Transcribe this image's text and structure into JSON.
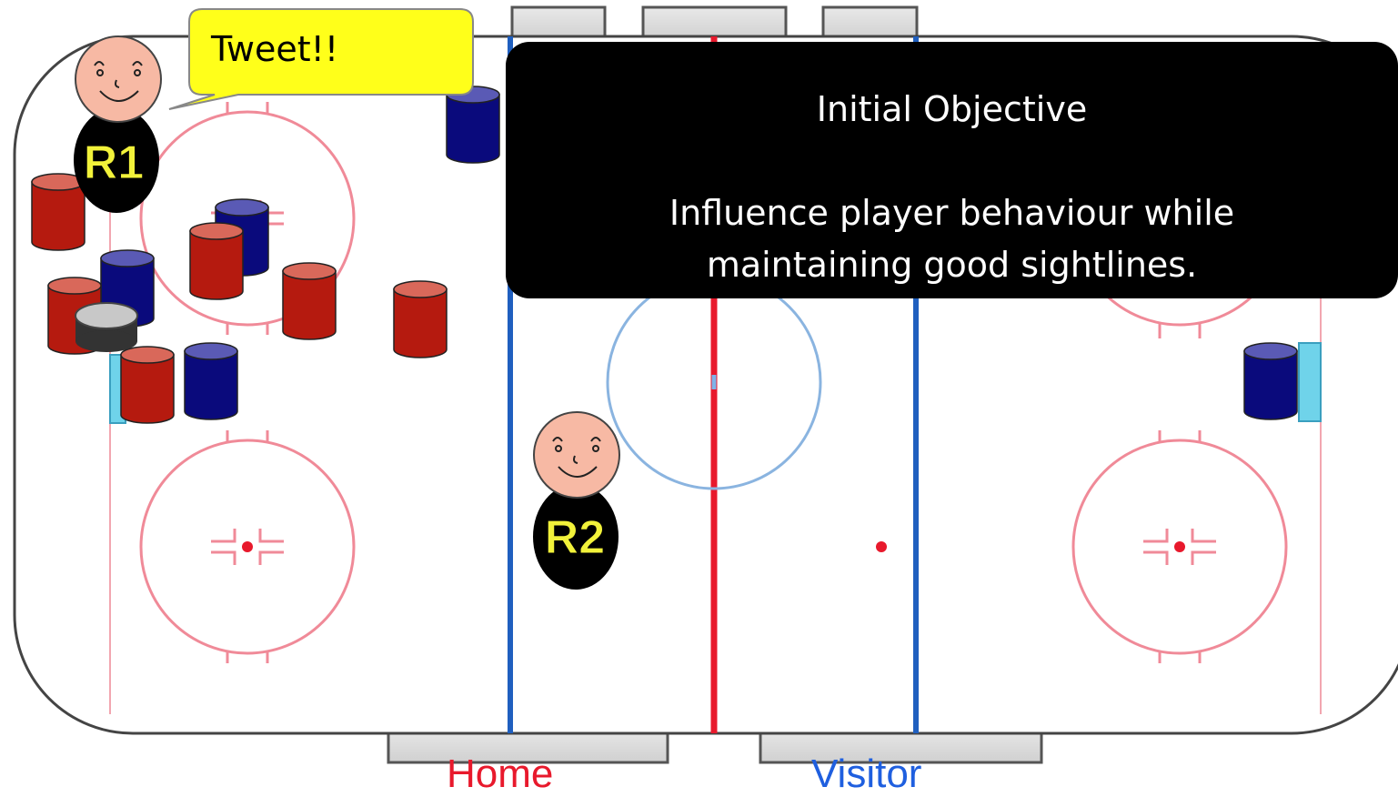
{
  "bench_labels": {
    "home": "Home",
    "visitor": "Visitor"
  },
  "referees": [
    {
      "id": "R1",
      "label": "R1"
    },
    {
      "id": "R2",
      "label": "R2"
    }
  ],
  "speech_bubble": {
    "text": "Tweet!!"
  },
  "objective_box": {
    "title": "Initial Objective",
    "line1": "Influence player behaviour while",
    "line2": "maintaining good sightlines."
  },
  "colors": {
    "home_player": "#b51a0f",
    "visitor_player": "#0a0a7c",
    "red_line": "#e8192c",
    "blue_line": "#1f5fbf",
    "faceoff_circle": "#f08a98",
    "referee_shirt": "#000000",
    "referee_label": "#f2f23a",
    "bubble": "#ffff1a",
    "home_text": "#e8192c",
    "visitor_text": "#1f5fdf"
  }
}
